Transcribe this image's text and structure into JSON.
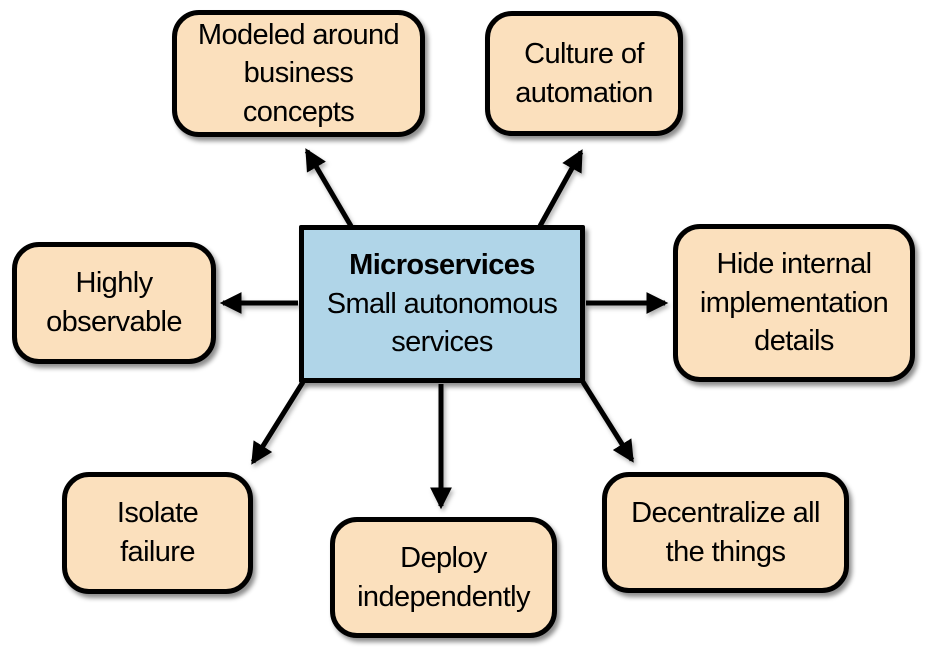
{
  "diagram": {
    "type": "hub-and-spoke",
    "center": {
      "id": "microservices",
      "title": "Microservices",
      "subtitle": "Small autonomous\nservices"
    },
    "nodes": [
      {
        "id": "modeled-around-business-concepts",
        "label": "Modeled around\nbusiness concepts"
      },
      {
        "id": "culture-of-automation",
        "label": "Culture of\nautomation"
      },
      {
        "id": "highly-observable",
        "label": "Highly\nobservable"
      },
      {
        "id": "hide-internal-implementation-details",
        "label": "Hide internal\nimplementation\ndetails"
      },
      {
        "id": "isolate-failure",
        "label": "Isolate\nfailure"
      },
      {
        "id": "deploy-independently",
        "label": "Deploy\nindependently"
      },
      {
        "id": "decentralize-all-the-things",
        "label": "Decentralize all\nthe things"
      }
    ],
    "edges": [
      {
        "from": "microservices",
        "to": "modeled-around-business-concepts"
      },
      {
        "from": "microservices",
        "to": "culture-of-automation"
      },
      {
        "from": "microservices",
        "to": "highly-observable"
      },
      {
        "from": "microservices",
        "to": "hide-internal-implementation-details"
      },
      {
        "from": "microservices",
        "to": "isolate-failure"
      },
      {
        "from": "microservices",
        "to": "deploy-independently"
      },
      {
        "from": "microservices",
        "to": "decentralize-all-the-things"
      }
    ],
    "colors": {
      "background": "#ffffff",
      "center_fill": "#b0d5e8",
      "node_fill": "#fbe0bd",
      "border": "#000000",
      "arrow": "#000000"
    }
  }
}
